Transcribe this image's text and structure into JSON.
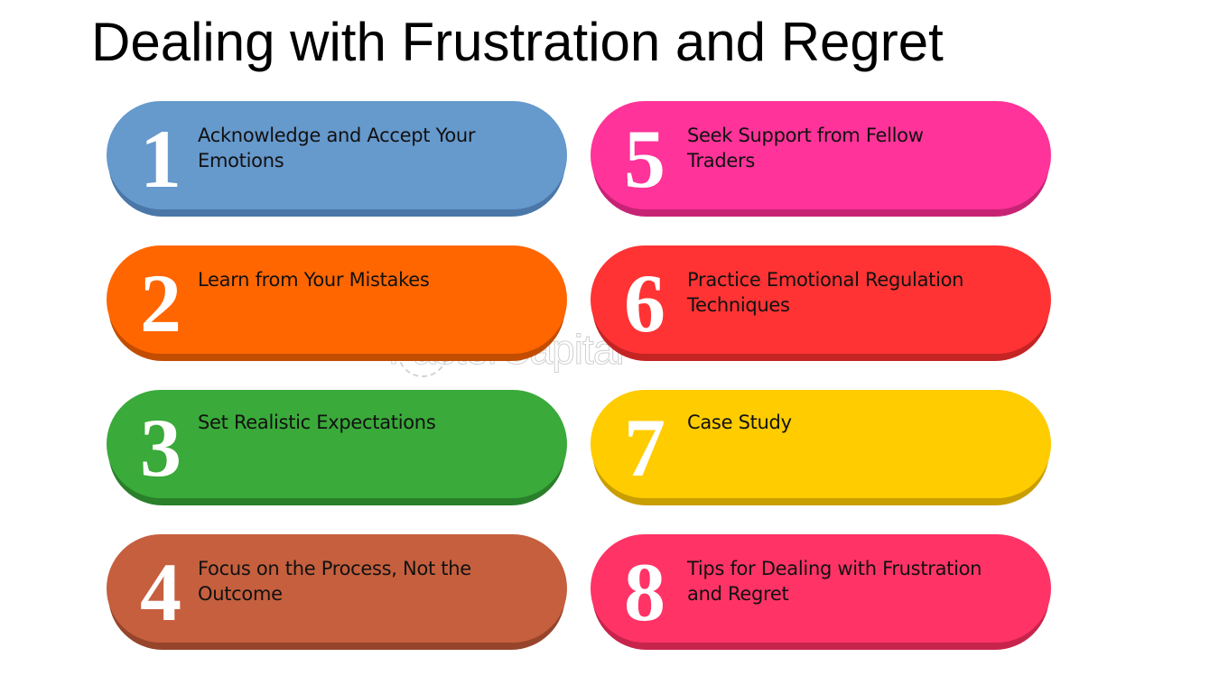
{
  "title": "Dealing with Frustration and Regret",
  "watermark": "FasterCapital",
  "items": [
    {
      "number": "1",
      "label": "Acknowledge and Accept Your Emotions",
      "color": "#6699CC",
      "shade": "#4a77a8"
    },
    {
      "number": "2",
      "label": "Learn from Your Mistakes",
      "color": "#FF6600",
      "shade": "#c24d00"
    },
    {
      "number": "3",
      "label": "Set Realistic Expectations",
      "color": "#3AAA3A",
      "shade": "#2a7f2a"
    },
    {
      "number": "4",
      "label": "Focus on the Process, Not the Outcome",
      "color": "#C55F3E",
      "shade": "#96452c"
    },
    {
      "number": "5",
      "label": "Seek Support from Fellow Traders",
      "color": "#FF3399",
      "shade": "#c72375"
    },
    {
      "number": "6",
      "label": "Practice Emotional Regulation Techniques",
      "color": "#FF3333",
      "shade": "#c42424"
    },
    {
      "number": "7",
      "label": "Case Study",
      "color": "#FFCC00",
      "shade": "#c99e00"
    },
    {
      "number": "8",
      "label": "Tips for Dealing with Frustration and Regret",
      "color": "#FF3366",
      "shade": "#c7244c"
    }
  ]
}
